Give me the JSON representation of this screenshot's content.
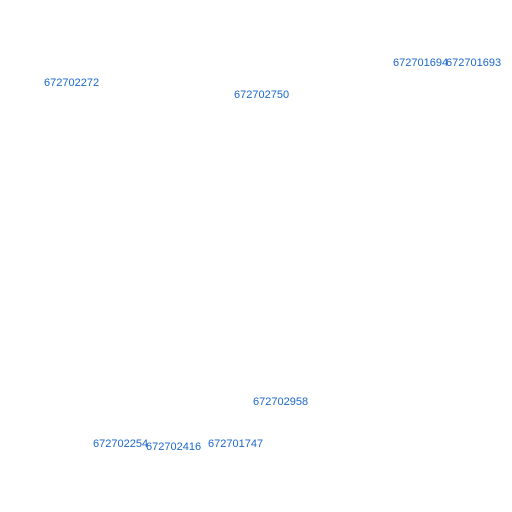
{
  "map": {
    "label_color": "#1a66cc",
    "background": "#ffffff",
    "labels": [
      "672701694",
      "672701693",
      "672702272",
      "672702750",
      "672702958",
      "672702254",
      "672702416",
      "672701747"
    ]
  }
}
